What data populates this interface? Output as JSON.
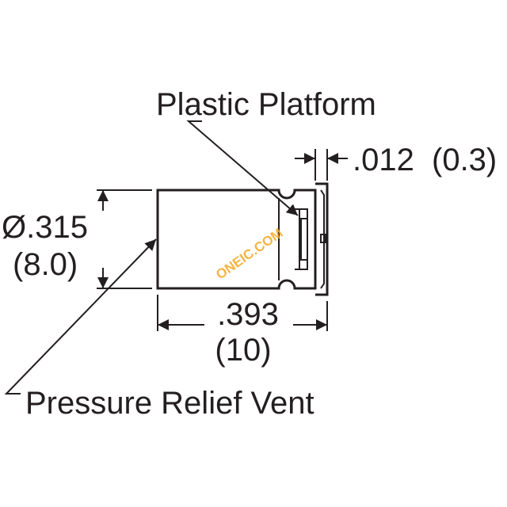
{
  "labels": {
    "plastic_platform": "Plastic Platform",
    "pressure_relief_vent": "Pressure Relief Vent",
    "thickness_in": ".012",
    "thickness_mm": "(0.3)",
    "diameter_in": "Ø.315",
    "diameter_mm": "(8.0)",
    "length_in": ".393",
    "length_mm": "(10)"
  },
  "watermark": "ONEIC.COM",
  "colors": {
    "line": "#231f20",
    "watermark": "#f5a623",
    "background": "#ffffff"
  }
}
